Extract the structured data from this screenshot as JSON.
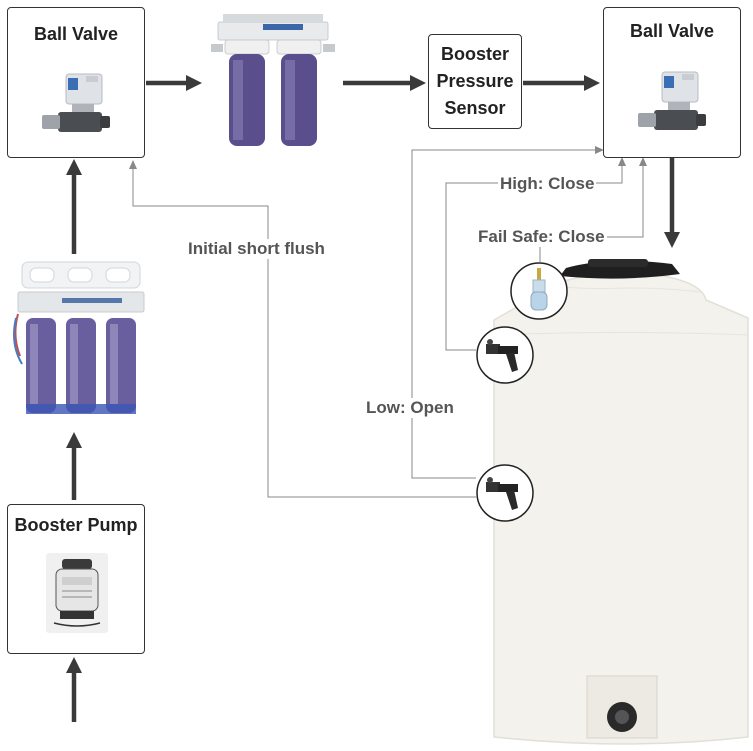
{
  "boxes": {
    "ball_valve_left": "Ball Valve",
    "ball_valve_right": "Ball Valve",
    "booster_pressure_sensor": [
      "Booster",
      "Pressure",
      "Sensor"
    ],
    "booster_pump": "Booster Pump"
  },
  "labels": {
    "initial_flush": "Initial short flush",
    "high_close": "High: Close",
    "fail_safe_close": "Fail Safe: Close",
    "low_open": "Low: Open"
  },
  "colors": {
    "arrow": "#3a3a3a",
    "thin_line": "#888888",
    "label_text": "#555555",
    "tank": "#f3f2ed",
    "filter_housing": "#5a4f8c"
  }
}
